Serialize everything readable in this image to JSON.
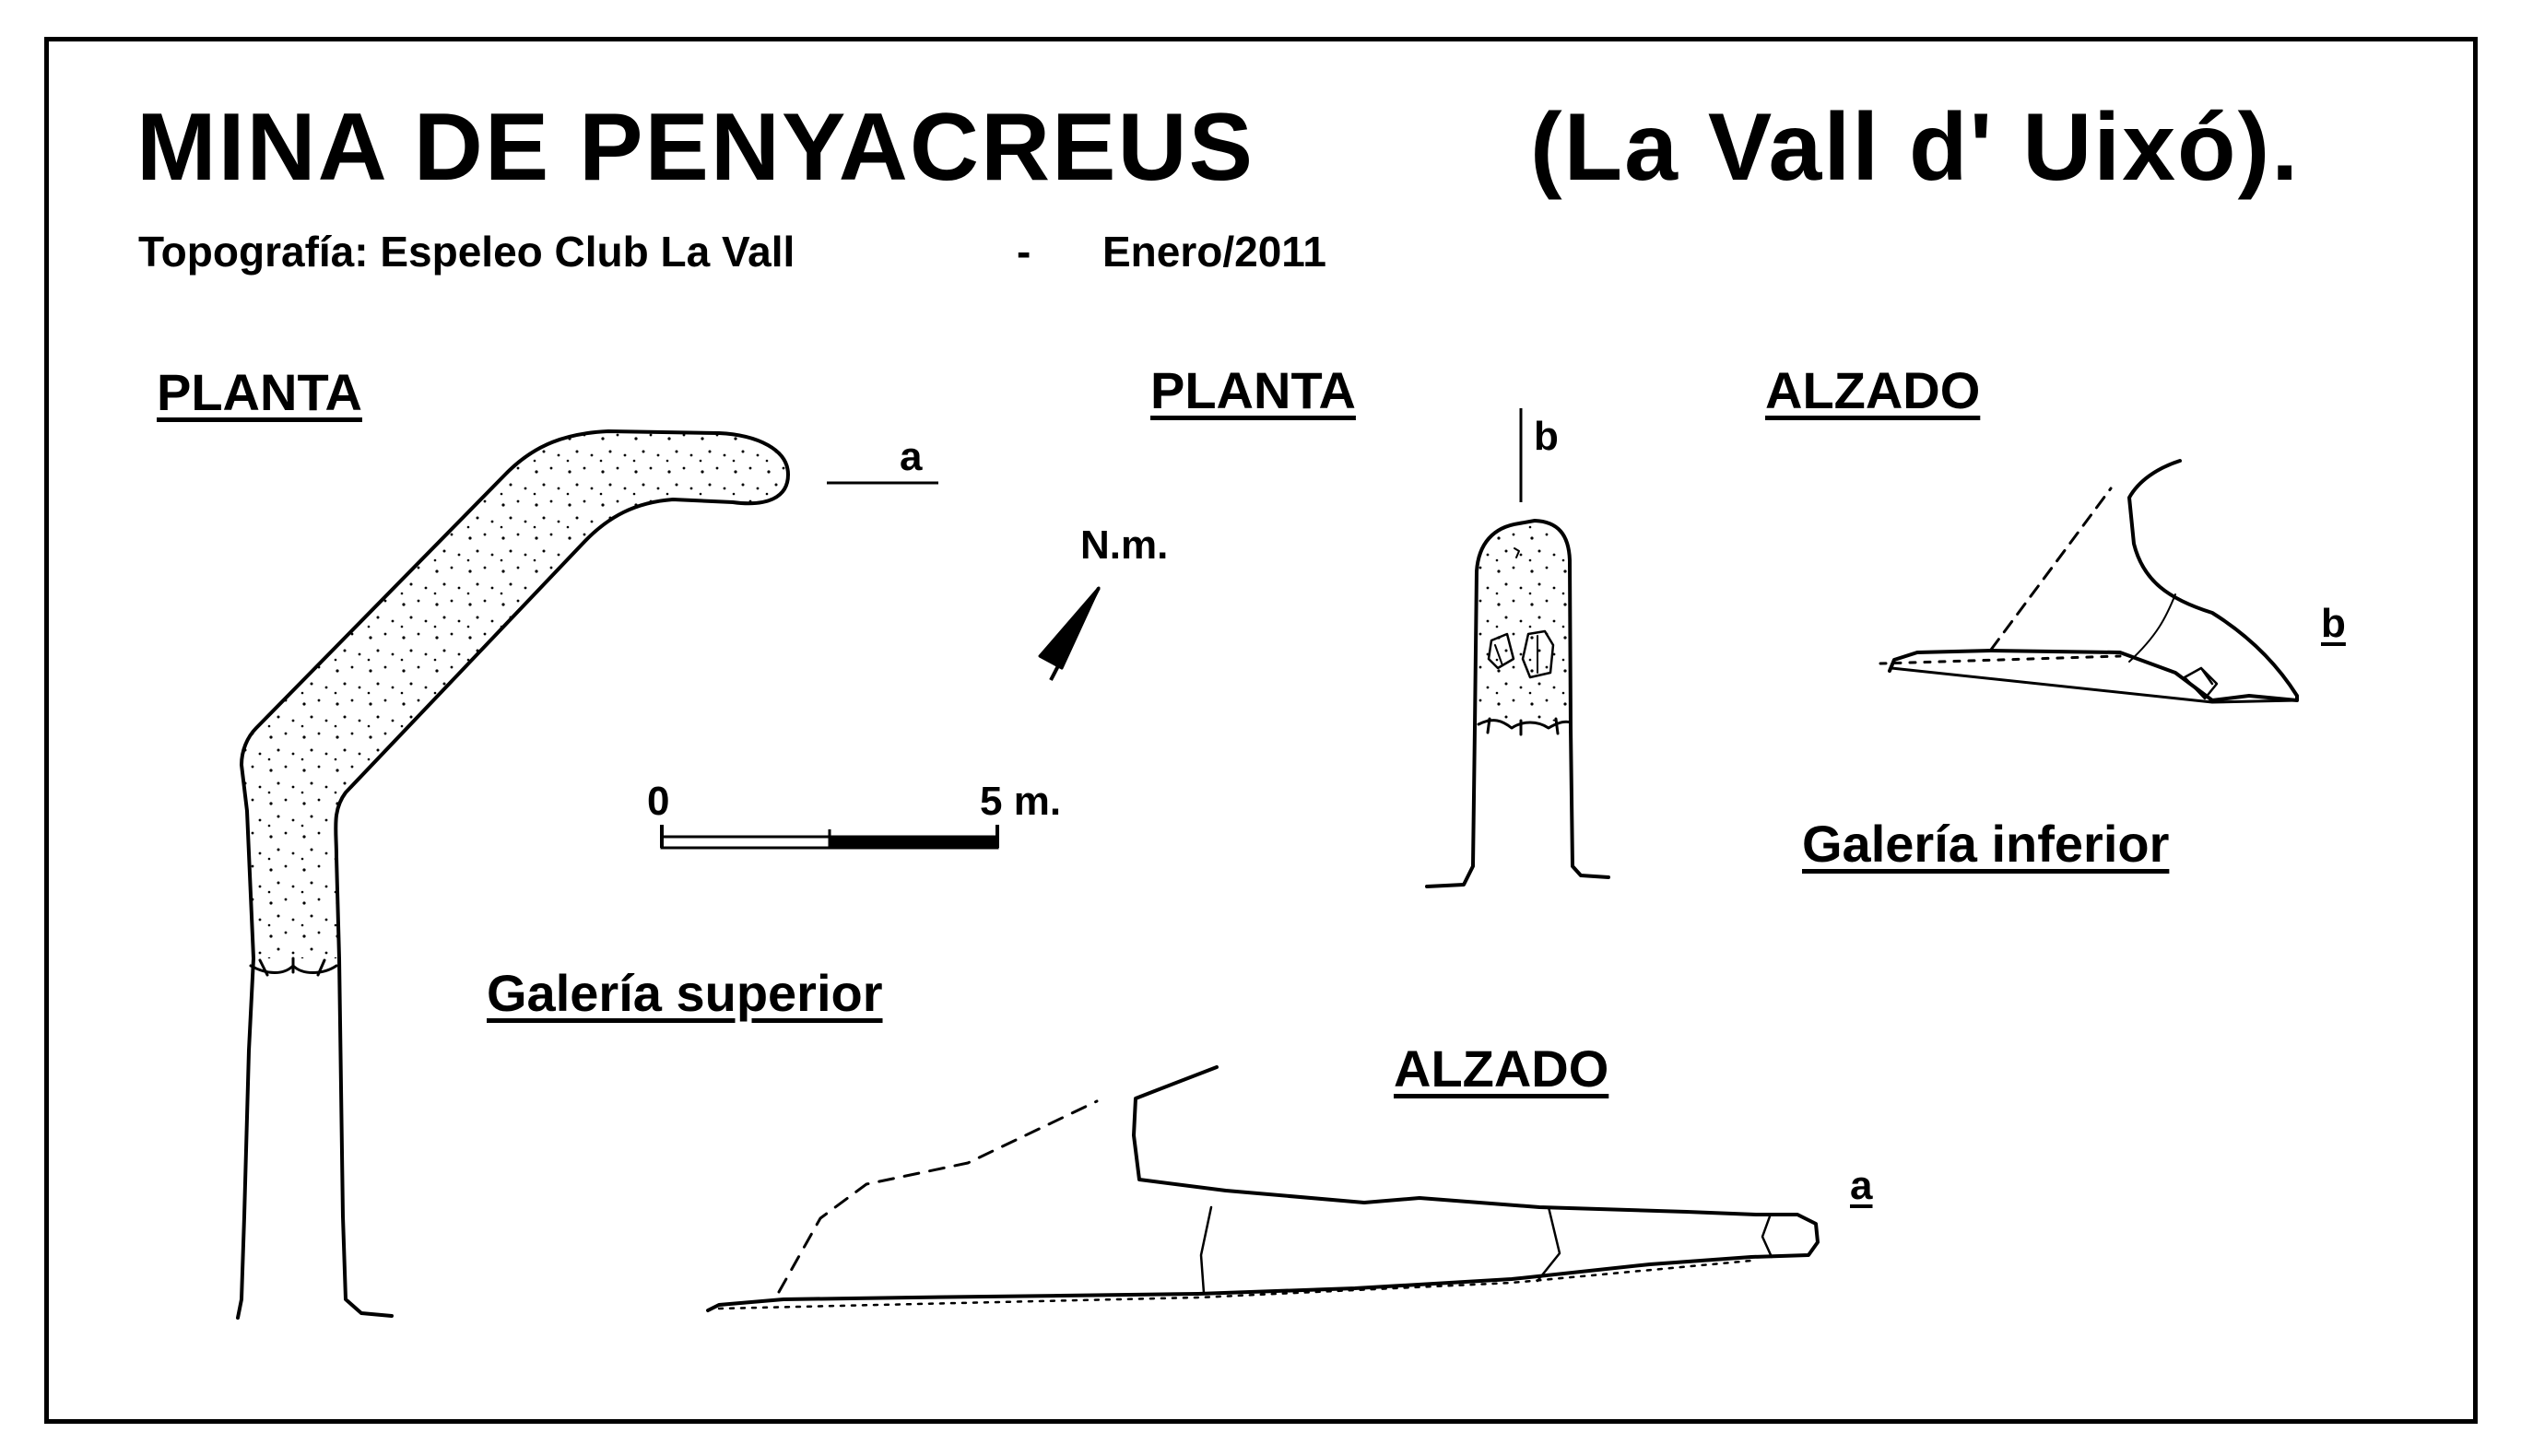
{
  "title": {
    "main": "MINA  DE  PENYACREUS",
    "location": "(La  Vall  d' Uixó)."
  },
  "credits": {
    "topografia": "Topografía:  Espeleo Club La Vall",
    "separator": "-",
    "date": "Enero/2011"
  },
  "galeria_superior": {
    "title": "Galería  superior",
    "planta_heading": "PLANTA",
    "alzado_heading": "ALZADO",
    "section_label_plan": "a",
    "section_label_elev": "a"
  },
  "galeria_inferior": {
    "title": "Galería  inferior",
    "planta_heading": "PLANTA",
    "alzado_heading": "ALZADO",
    "section_label_plan": "b",
    "section_label_elev": "b"
  },
  "north": {
    "label": "N.m."
  },
  "scale": {
    "zero": "0",
    "end": "5 m."
  }
}
